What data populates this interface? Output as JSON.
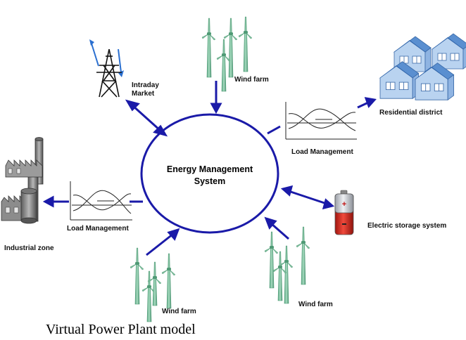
{
  "center": {
    "line1": "Energy Management",
    "line2": "System"
  },
  "labels": {
    "intraday_line1": "Intraday",
    "intraday_line2": "Market",
    "wind_top": "Wind farm",
    "residential": "Residential district",
    "load_mgmt_right": "Load Management",
    "electric_storage": "Electric storage system",
    "load_mgmt_left": "Load Management",
    "industrial": "Industrial zone",
    "wind_bottom_left": "Wind farm",
    "wind_bottom_right": "Wind farm"
  },
  "caption": "Virtual Power Plant model",
  "colors": {
    "arrow": "#1a1aa8",
    "ellipse": "#1a1aa8",
    "turbine": "#7fbf9e",
    "turbine_dark": "#4f9a75",
    "house_roof": "#5a8fd0",
    "house_wall": "#b9d3f0",
    "factory": "#8a8a8a",
    "battery_red": "#d9271f",
    "battery_silver": "#c8ccd2"
  }
}
